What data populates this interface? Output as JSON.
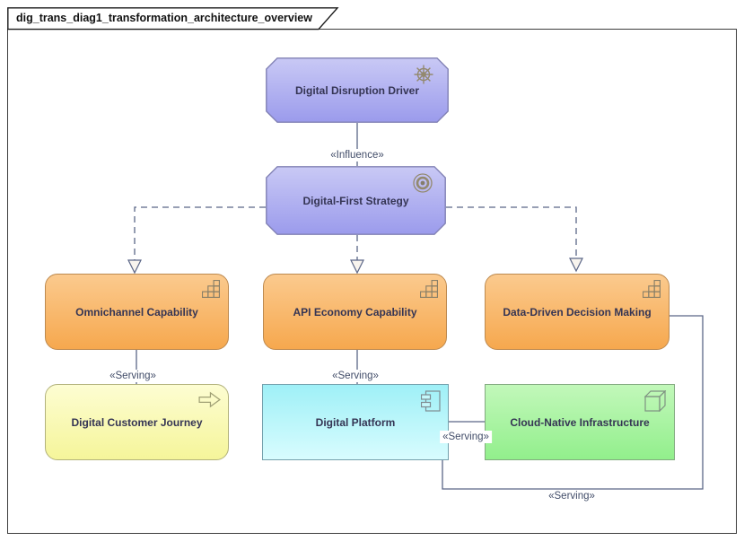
{
  "frame": {
    "title": "dig_trans_diag1_transformation_architecture_overview"
  },
  "elements": {
    "driver": {
      "label": "Digital Disruption Driver",
      "type": "driver",
      "icon": "ship-wheel-icon"
    },
    "strategy": {
      "label": "Digital-First Strategy",
      "type": "goal",
      "icon": "bullseye-icon"
    },
    "omnichannel": {
      "label": "Omnichannel Capability",
      "type": "capability",
      "icon": "capability-stairs-icon"
    },
    "api_economy": {
      "label": "API Economy Capability",
      "type": "capability",
      "icon": "capability-stairs-icon"
    },
    "data_driven": {
      "label": "Data-Driven Decision Making",
      "type": "capability",
      "icon": "capability-stairs-icon"
    },
    "customer_journey": {
      "label": "Digital Customer Journey",
      "type": "course-of-action",
      "icon": "outline-arrow-icon"
    },
    "digital_platform": {
      "label": "Digital Platform",
      "type": "application-component",
      "icon": "component-icon"
    },
    "cloud_native": {
      "label": "Cloud-Native Infrastructure",
      "type": "node",
      "icon": "cube-icon"
    }
  },
  "relationships": {
    "influence": {
      "label": "«Influence»",
      "from": "driver",
      "to": "strategy",
      "style": "solid"
    },
    "realize_omnichannel": {
      "from": "strategy",
      "to": "omnichannel",
      "style": "dashed-hollow-triangle"
    },
    "realize_api": {
      "from": "strategy",
      "to": "api_economy",
      "style": "dashed-hollow-triangle"
    },
    "realize_data_driven": {
      "from": "strategy",
      "to": "data_driven",
      "style": "dashed-hollow-triangle"
    },
    "serving_journey": {
      "label": "«Serving»",
      "from": "omnichannel",
      "to": "customer_journey",
      "style": "solid"
    },
    "serving_platform": {
      "label": "«Serving»",
      "from": "api_economy",
      "to": "digital_platform",
      "style": "solid"
    },
    "serving_infra": {
      "label": "«Serving»",
      "from": "cloud_native",
      "to": "digital_platform",
      "style": "solid"
    },
    "serving_bottom": {
      "label": "«Serving»",
      "from": "digital_platform",
      "to": "data_driven",
      "style": "solid"
    }
  },
  "colors": {
    "motivation_fill_top": "#c9c9f5",
    "motivation_fill_bottom": "#9b9bec",
    "motivation_border": "#8080b4",
    "capability_fill_top": "#fbca8e",
    "capability_fill_bottom": "#f6a84e",
    "capability_border": "#bd8a50",
    "journey_fill_top": "#fdfdd2",
    "journey_fill_bottom": "#f5f59a",
    "journey_border": "#b2b27c",
    "platform_fill_top": "#9ff0f7",
    "platform_fill_bottom": "#d8fcfe",
    "platform_border": "#74a0ac",
    "infra_fill_top": "#c2f8ba",
    "infra_fill_bottom": "#92ef8c",
    "infra_border": "#83aa80",
    "connector": "#5b6687",
    "arrowhead_fill": "#f8f4ee",
    "icon_stroke": "#93896f",
    "tech_icon_stroke": "#7f8c92",
    "label_text": "#414c68",
    "element_text": "#353554",
    "frame_border": "#3c3c3c"
  }
}
